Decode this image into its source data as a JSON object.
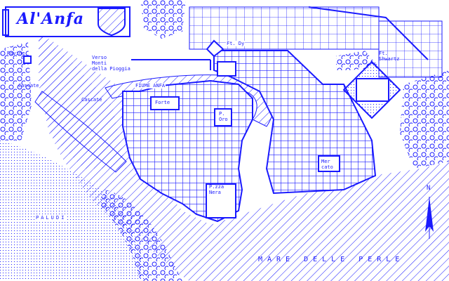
{
  "map": {
    "title": "Al'Anfa",
    "labels": {
      "rovine": "Rovine",
      "cascate_west": "Cascate",
      "cascate_mid": "Cascate",
      "verso_monti": "Verso\nMonti\ndella Pioggia",
      "fiume": "FIUME ANFA",
      "forte": "Forte",
      "ft_dy": "Ft. Dy",
      "ft_shwartz": "Ft.\nShwartz",
      "p_oro": "P.\nOro",
      "mercato": "Mer\ncato",
      "p_nera": "P.zza\nNera",
      "paludi": "PALUDI",
      "mare": "MARE DELLE PERLE",
      "north": "N"
    },
    "colors": {
      "ink": "#1a1aff",
      "paper": "#ffffff"
    }
  }
}
